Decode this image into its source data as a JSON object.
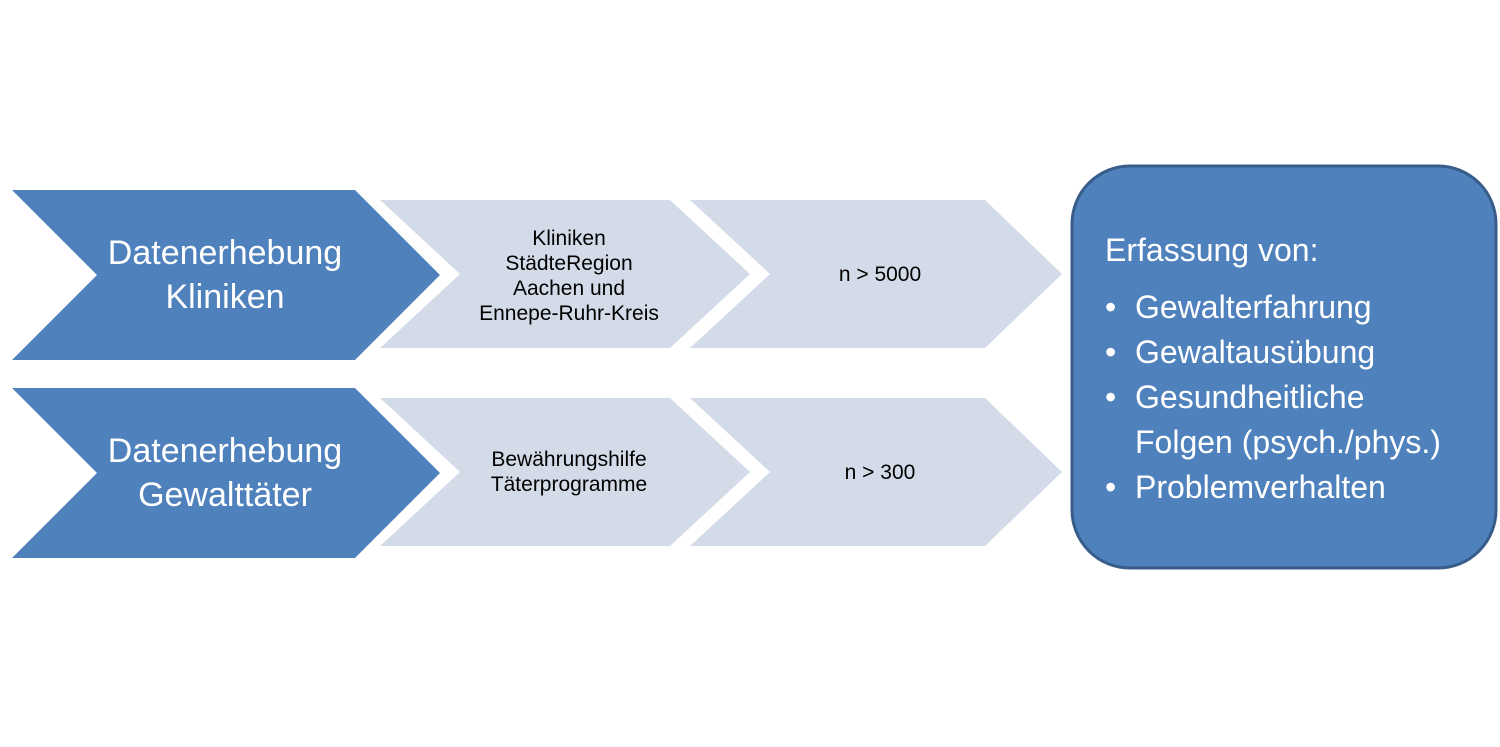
{
  "colors": {
    "primary_fill": "#4f81bd",
    "primary_stroke": "#385d8a",
    "secondary_fill": "#d4dbe8",
    "text_light": "#ffffff",
    "text_dark": "#000000"
  },
  "rows": [
    {
      "head": {
        "lines": [
          "Datenerhebung",
          "Kliniken"
        ]
      },
      "source": {
        "lines": [
          "Kliniken",
          "StädteRegion",
          "Aachen und",
          "Ennepe-Ruhr-Kreis"
        ]
      },
      "sample": {
        "lines": [
          "n > 5000"
        ]
      }
    },
    {
      "head": {
        "lines": [
          "Datenerhebung",
          "Gewalttäter"
        ]
      },
      "source": {
        "lines": [
          "Bewährungshilfe",
          "Täterprogramme"
        ]
      },
      "sample": {
        "lines": [
          "n > 300"
        ]
      }
    }
  ],
  "summary": {
    "title": "Erfassung von:",
    "bullet": "•",
    "items": [
      [
        "Gewalterfahrung"
      ],
      [
        "Gewaltausübung"
      ],
      [
        "Gesundheitliche",
        "Folgen (psych./phys.)"
      ],
      [
        "Problemverhalten"
      ]
    ]
  }
}
